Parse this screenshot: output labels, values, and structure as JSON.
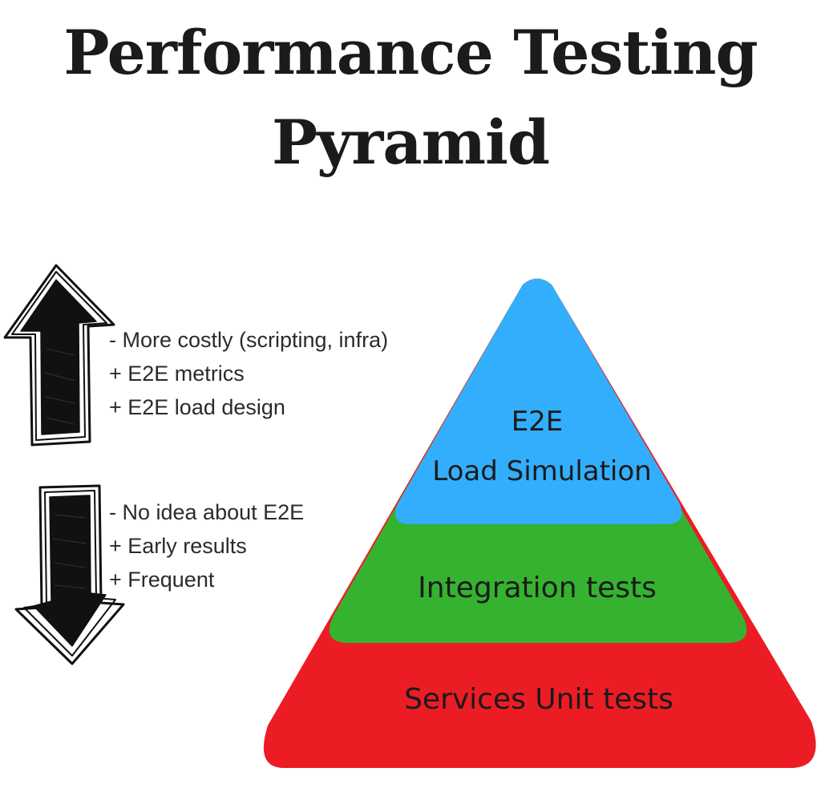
{
  "title": {
    "line1": "Performance Testing",
    "line2": "Pyramid"
  },
  "top_notes": {
    "items": [
      " - More costly (scripting, infra)",
      "+ E2E metrics",
      "+ E2E load design"
    ]
  },
  "bottom_notes": {
    "items": [
      "- No idea about E2E",
      "+ Early results",
      "+ Frequent"
    ]
  },
  "pyramid": {
    "tiers": [
      {
        "line1": "E2E",
        "line2": "Load Simulation",
        "color": "#33aefc"
      },
      {
        "line1": "Integration tests",
        "color": "#35b22f"
      },
      {
        "line1": "Services Unit tests",
        "color": "#ec1c24"
      }
    ]
  },
  "colors": {
    "arrow_fill": "#111111",
    "arrow_outline": "#111111",
    "text": "#2b2b2b"
  },
  "icons": {
    "top_arrow": "up-arrow-icon",
    "bottom_arrow": "down-arrow-icon"
  }
}
